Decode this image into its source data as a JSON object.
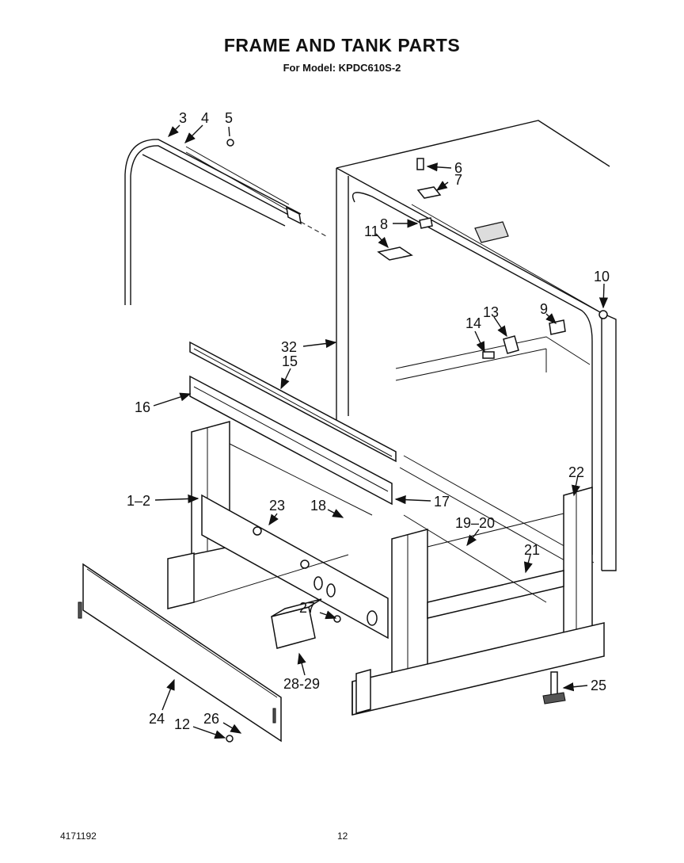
{
  "header": {
    "title": "FRAME AND TANK PARTS",
    "model": "For Model: KPDC610S-2"
  },
  "footer": {
    "doc_number": "4171192",
    "page_number": "12"
  },
  "callouts": [
    "3",
    "4",
    "5",
    "6",
    "7",
    "8",
    "11",
    "10",
    "9",
    "13",
    "14",
    "32",
    "15",
    "16",
    "1–2",
    "23",
    "18",
    "17",
    "22",
    "19–20",
    "21",
    "27",
    "28-29",
    "25",
    "24",
    "26",
    "12"
  ]
}
